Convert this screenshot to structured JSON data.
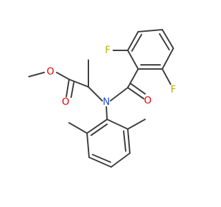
{
  "molecule": {
    "atom_labels": {
      "fluorine_top": "F",
      "fluorine_right": "F",
      "carbonyl_oxygen_amide": "O",
      "nitrogen": "N",
      "ester_oxygen": "O",
      "carbonyl_oxygen_ester": "O"
    },
    "colors": {
      "bond": "#3c3c3c",
      "fluorine": "#b4b400",
      "oxygen": "#e00000",
      "nitrogen": "#1f4fe0"
    }
  }
}
